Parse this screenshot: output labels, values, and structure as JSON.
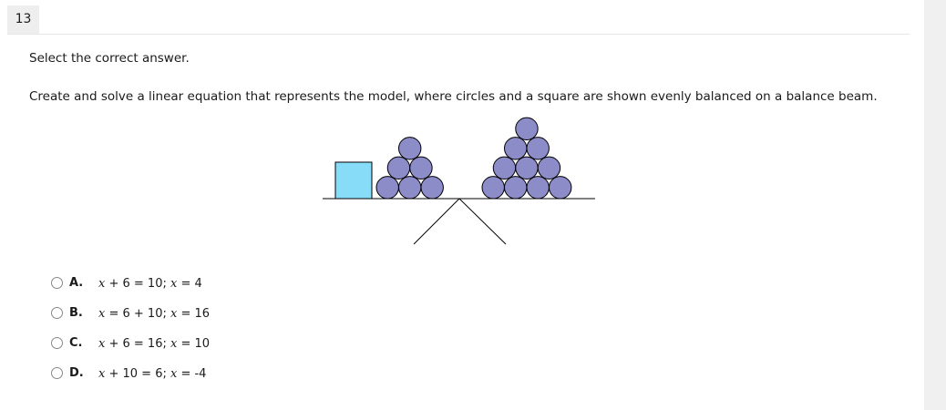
{
  "question_number": "13",
  "instruction": "Select the correct answer.",
  "question_text": "Create and solve a linear equation that represents the model, where circles and a square are shown evenly balanced on a balance beam.",
  "figure": {
    "square_color": "#87dcf7",
    "circle_color": "#8c8cc8",
    "left_circles": 6,
    "right_circles": 10
  },
  "options": [
    {
      "letter": "A.",
      "parts": [
        "x",
        " + 6 = 10; ",
        "x",
        " = 4"
      ]
    },
    {
      "letter": "B.",
      "parts": [
        "x",
        " = 6 + 10; ",
        "x",
        " = 16"
      ]
    },
    {
      "letter": "C.",
      "parts": [
        "x",
        " + 6 = 16; ",
        "x",
        " = 10"
      ]
    },
    {
      "letter": "D.",
      "parts": [
        "x",
        " + 10 = 6; ",
        "x",
        " = -4"
      ]
    }
  ]
}
